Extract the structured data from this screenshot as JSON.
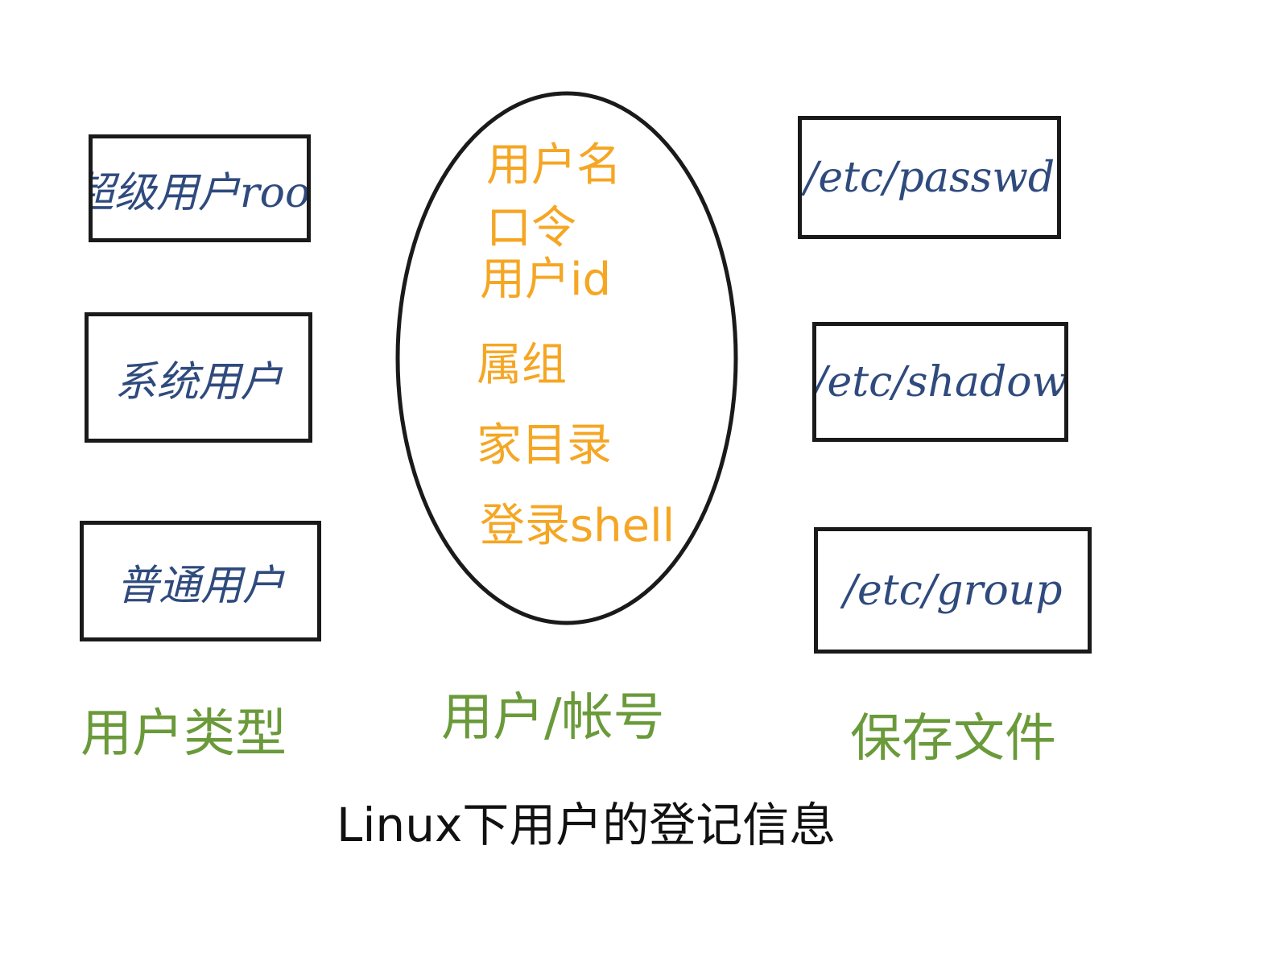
{
  "user_types": {
    "caption": "用户类型",
    "items": [
      "超级用户root",
      "系统用户",
      "普通用户"
    ]
  },
  "user_account": {
    "caption": "用户/帐号",
    "fields": [
      "用户名",
      "口令",
      "用户id",
      "属组",
      "家目录",
      "登录shell"
    ]
  },
  "save_files": {
    "caption": "保存文件",
    "items": [
      "/etc/passwd",
      "/etc/shadow",
      "/etc/group"
    ]
  },
  "title": "Linux下用户的登记信息",
  "colors": {
    "box_text": "#2f4a7d",
    "field_text": "#f5a623",
    "caption_text": "#6a9a3a",
    "outline": "#1a1a1a",
    "title_text": "#111111"
  }
}
